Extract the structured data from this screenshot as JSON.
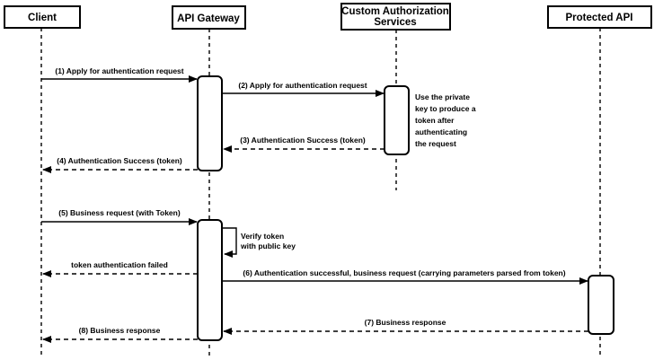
{
  "colors": {
    "background": "#ffffff",
    "line": "#000000",
    "shape_fill": "#ffffff"
  },
  "participants": [
    {
      "label": "Client"
    },
    {
      "label": "API Gateway"
    },
    {
      "label_line1": "Custom Authorization",
      "label_line2": "Services"
    },
    {
      "label": "Protected API"
    }
  ],
  "messages": [
    {
      "label": "(1) Apply for authentication request",
      "from": "Client",
      "to": "API Gateway",
      "line": "solid"
    },
    {
      "label": "(2) Apply for authentication request",
      "from": "API Gateway",
      "to": "Custom Authorization Services",
      "line": "solid"
    },
    {
      "label": "(3) Authentication Success (token)",
      "from": "Custom Authorization Services",
      "to": "API Gateway",
      "line": "dashed"
    },
    {
      "label": "(4) Authentication Success (token)",
      "from": "API Gateway",
      "to": "Client",
      "line": "dashed"
    },
    {
      "label": "(5) Business request (with Token)",
      "from": "Client",
      "to": "API Gateway",
      "line": "solid"
    },
    {
      "label_line1": "Verify token",
      "label_line2": "with public key",
      "from": "API Gateway",
      "to": "API Gateway",
      "line": "self"
    },
    {
      "label": "token authentication failed",
      "from": "API Gateway",
      "to": "Client",
      "line": "dashed"
    },
    {
      "label": "(6) Authentication successful, business request (carrying parameters parsed from token)",
      "from": "API Gateway",
      "to": "Protected API",
      "line": "solid"
    },
    {
      "label": "(7) Business response",
      "from": "Protected API",
      "to": "API Gateway",
      "line": "dashed"
    },
    {
      "label": "(8) Business response",
      "from": "API Gateway",
      "to": "Client",
      "line": "dashed"
    }
  ],
  "note": {
    "lines": [
      "Use the private",
      "key to produce a",
      "token after",
      "authenticating",
      "the request"
    ]
  }
}
